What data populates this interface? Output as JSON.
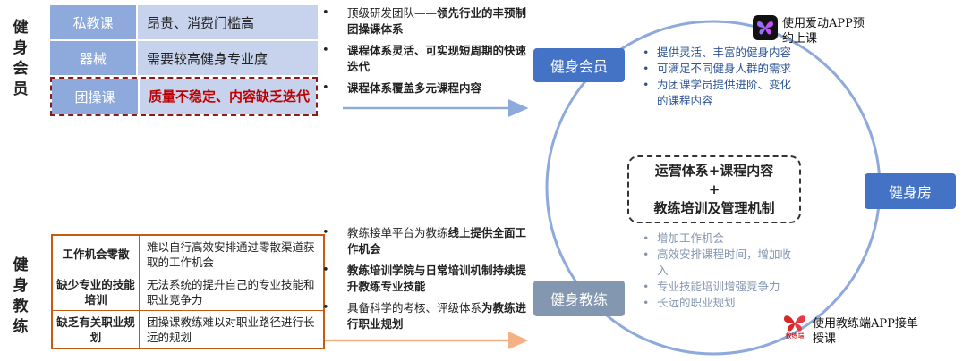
{
  "members": {
    "side_label": "健身会员",
    "table": [
      {
        "name": "私教课",
        "desc": "昂贵、消费门槛高"
      },
      {
        "name": "器械",
        "desc": "需要较高健身专业度"
      },
      {
        "name": "团操课",
        "desc": "质量不稳定、内容缺乏迭代"
      }
    ],
    "bullets": [
      {
        "plain": "顶级研发团队——",
        "bold": "领先行业的丰预制团操课体系"
      },
      {
        "plain": "",
        "bold": "课程体系灵活、可实现短周期的快速迭代"
      },
      {
        "plain": "",
        "bold": "课程体系覆盖多元课程内容"
      }
    ]
  },
  "coaches": {
    "side_label": "健身教练",
    "table": [
      {
        "name": "工作机会零散",
        "desc": "难以自行高效安排通过零散渠道获取的工作机会"
      },
      {
        "name": "缺少专业的技能培训",
        "desc": "无法系统的提升自己的专业技能和职业竞争力"
      },
      {
        "name": "缺乏有关职业规划",
        "desc": "团操课教练难以对职业路径进行长远的规划"
      }
    ],
    "bullets": [
      {
        "plain": "教练接单平台为教练",
        "bold": "线上提供全面工作机会"
      },
      {
        "plain": "",
        "bold": "教练培训学院与日常培训机制持续提升教练专业技能"
      },
      {
        "plain": "具备科学的考核、评级体系",
        "bold": "为教练进行职业规划"
      }
    ]
  },
  "cycle": {
    "member_tag": "健身会员",
    "coach_tag": "健身教练",
    "gym_tag": "健身房",
    "center_line1": "运营体系+课程内容",
    "center_plus": "+",
    "center_line2": "教练培训及管理机制",
    "member_benefits": [
      "提供灵活、丰富的健身内容",
      "可满足不同健身人群的需求",
      "为团课学员提供进阶、变化的课程内容"
    ],
    "coach_benefits": [
      "增加工作机会",
      "高效安排课程时间，增加收入",
      "专业技能培训增强竞争力",
      "长远的职业规划"
    ],
    "member_app": "使用爱动APP预约上课",
    "coach_app": "使用教练端APP接单授课",
    "coach_logo_text": "教练端"
  },
  "colors": {
    "tag_blue": "#4472c4",
    "tag_gray": "#8497b0",
    "circle": "#8ea9db",
    "member_text": "#2f5597",
    "coach_text": "#8497b0",
    "red": "#c00000",
    "orange": "#c55a11"
  }
}
